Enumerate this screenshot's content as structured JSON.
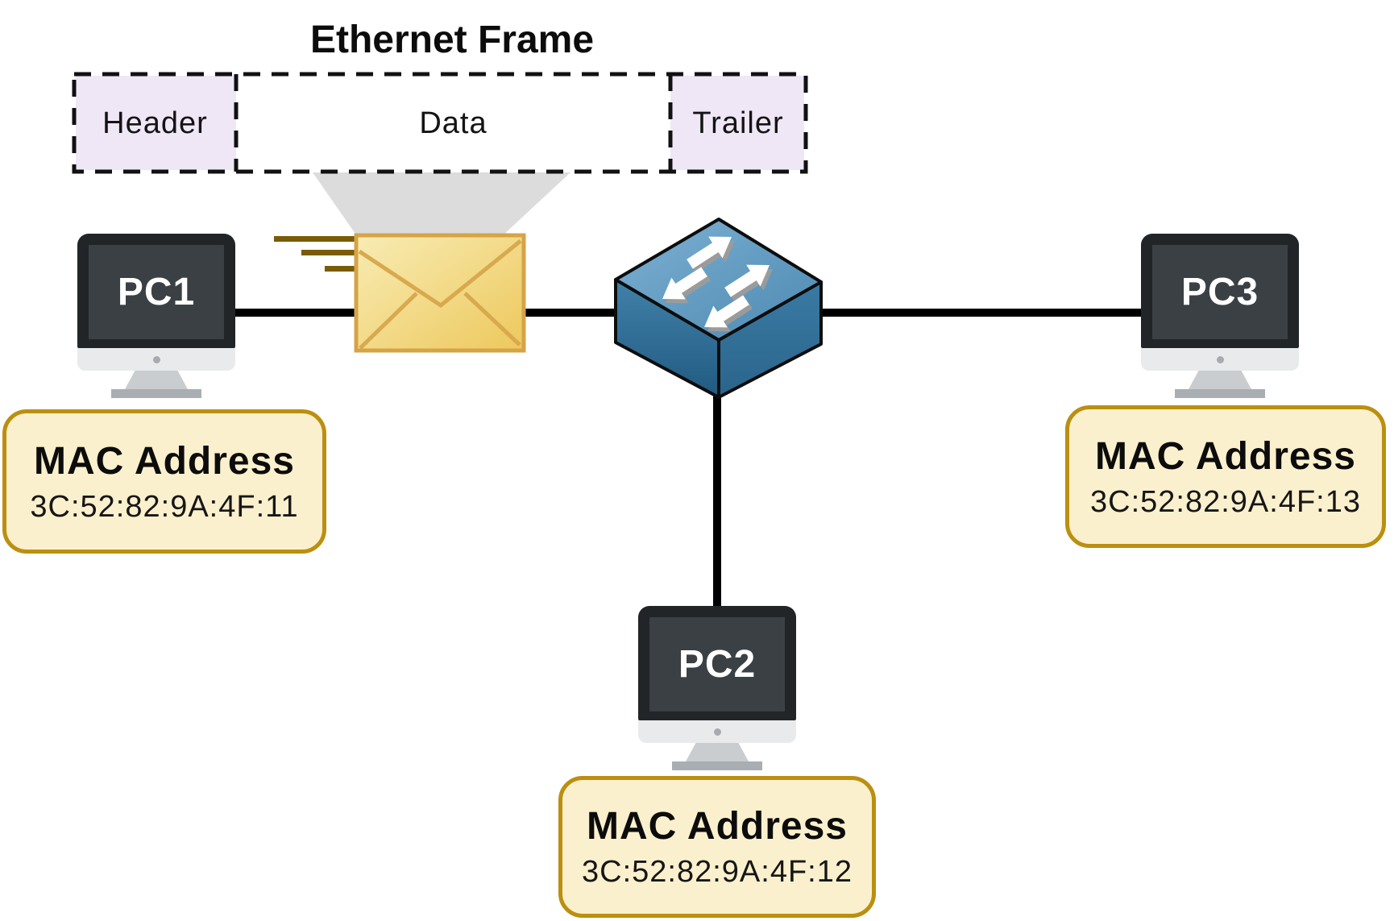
{
  "title": "Ethernet Frame",
  "frame_fields": [
    {
      "label": "Header"
    },
    {
      "label": "Data"
    },
    {
      "label": "Trailer"
    }
  ],
  "devices": [
    {
      "id": "pc1",
      "label": "PC1",
      "mac_title": "MAC Address",
      "mac": "3C:52:82:9A:4F:11"
    },
    {
      "id": "pc2",
      "label": "PC2",
      "mac_title": "MAC Address",
      "mac": "3C:52:82:9A:4F:12"
    },
    {
      "id": "pc3",
      "label": "PC3",
      "mac_title": "MAC Address",
      "mac": "3C:52:82:9A:4F:13"
    }
  ],
  "icons": {
    "switch": "network-switch-icon",
    "envelope": "envelope-icon",
    "funnel": "funnel-icon",
    "speed_lines": "speed-lines-icon",
    "monitor": "computer-monitor-icon"
  },
  "colors": {
    "frame_field_fill": "#efe7f6",
    "mac_box_fill": "#fbf0cd",
    "mac_box_border": "#bb8f10",
    "envelope_fill_light": "#f8ecb4",
    "envelope_fill_dark": "#edc85c",
    "envelope_border": "#d4a447",
    "switch_top_light": "#7db1d3",
    "switch_top_dark": "#4d89b1",
    "switch_side_dark": "#215a81",
    "speed_line": "#7a5c06",
    "connection_line": "#000000",
    "funnel_gray": "#dcdcdc"
  }
}
